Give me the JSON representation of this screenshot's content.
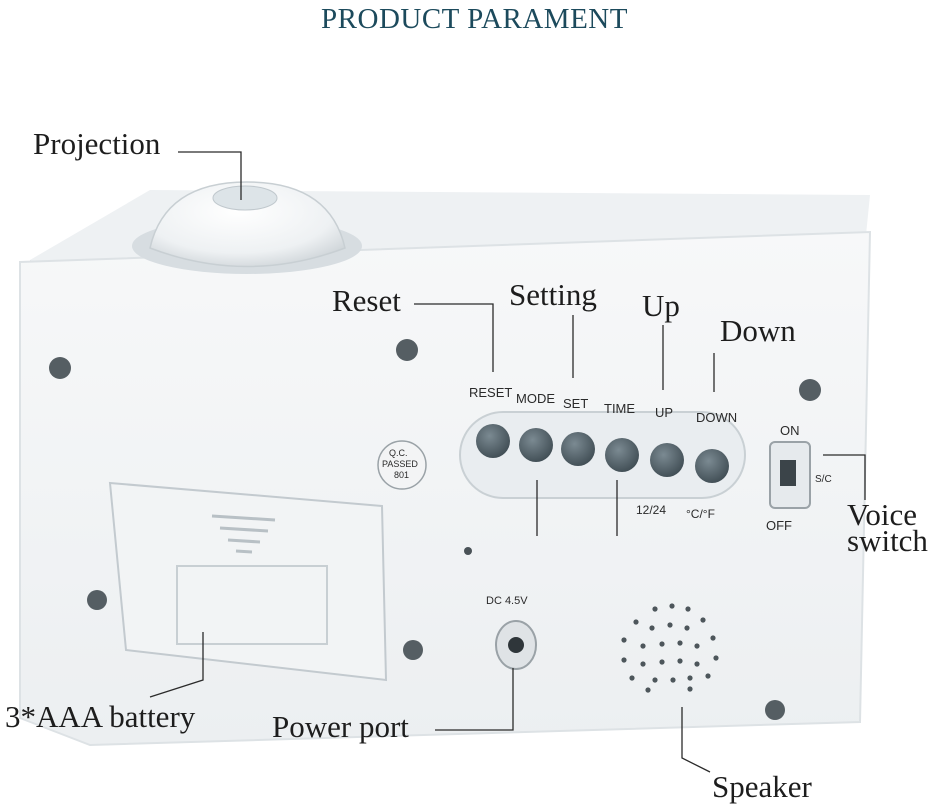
{
  "title": "PRODUCT PARAMENT",
  "callouts": {
    "projection": "Projection",
    "reset": "Reset",
    "setting": "Setting",
    "up": "Up",
    "down": "Down",
    "voice_switch_line1": "Voice",
    "voice_switch_line2": "switch",
    "battery": "3*AAA battery",
    "power_port": "Power port",
    "speaker": "Speaker"
  },
  "device_markings": {
    "button_labels": [
      "RESET",
      "MODE",
      "SET",
      "TIME",
      "UP",
      "DOWN"
    ],
    "sub_label_1224": "12/24",
    "sub_label_cf": "°C/°F",
    "switch_on": "ON",
    "switch_off": "OFF",
    "switch_sc": "S/C",
    "dc_label": "DC 4.5V",
    "qc_line1": "Q.C.",
    "qc_line2": "PASSED",
    "qc_line3": "801"
  },
  "colors": {
    "title": "#1c4a5c",
    "device_body": "#f4f6f7",
    "buttons": "#4f5f67"
  }
}
